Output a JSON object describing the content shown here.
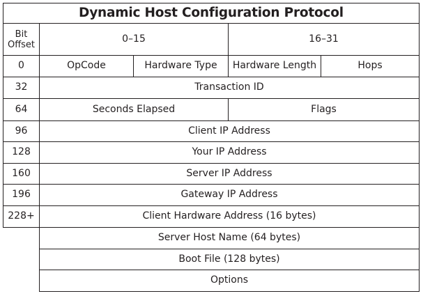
{
  "title": "Dynamic Host Configuration Protocol",
  "header": {
    "bit_offset_line1": "Bit",
    "bit_offset_line2": "Offset",
    "range_low": "0–15",
    "range_high": "16–31"
  },
  "rows": [
    {
      "offset": "0",
      "fields": [
        "OpCode",
        "Hardware Type",
        "Hardware Length",
        "Hops"
      ]
    },
    {
      "offset": "32",
      "fields": [
        "Transaction ID"
      ]
    },
    {
      "offset": "64",
      "fields": [
        "Seconds Elapsed",
        "Flags"
      ]
    },
    {
      "offset": "96",
      "fields": [
        "Client IP Address"
      ]
    },
    {
      "offset": "128",
      "fields": [
        "Your IP Address"
      ]
    },
    {
      "offset": "160",
      "fields": [
        "Server IP Address"
      ]
    },
    {
      "offset": "196",
      "fields": [
        "Gateway IP Address"
      ]
    },
    {
      "offset": "228+",
      "fields": [
        "Client Hardware Address (16 bytes)"
      ]
    },
    {
      "offset": "",
      "fields": [
        "Server Host Name (64 bytes)"
      ]
    },
    {
      "offset": "",
      "fields": [
        "Boot File (128 bytes)"
      ]
    },
    {
      "offset": "",
      "fields": [
        "Options"
      ]
    }
  ]
}
